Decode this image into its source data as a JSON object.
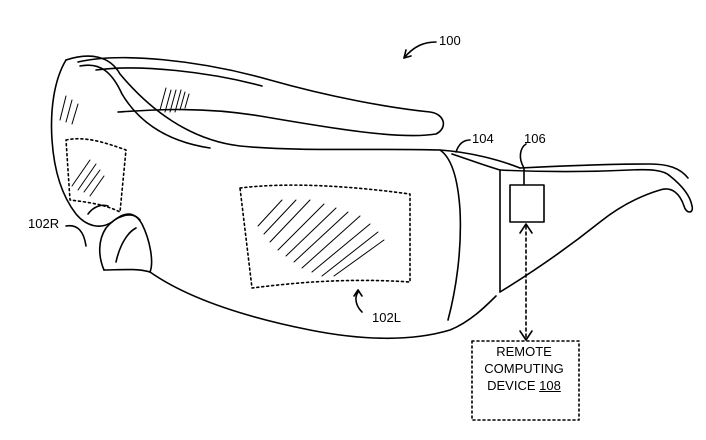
{
  "figure": {
    "ref_glasses": "100",
    "ref_right_display": "102R",
    "ref_left_display": "102L",
    "ref_frame": "104",
    "ref_module": "106",
    "remote_box": {
      "line1": "REMOTE",
      "line2": "COMPUTING",
      "line3_text": "DEVICE",
      "line3_ref": "108"
    }
  }
}
